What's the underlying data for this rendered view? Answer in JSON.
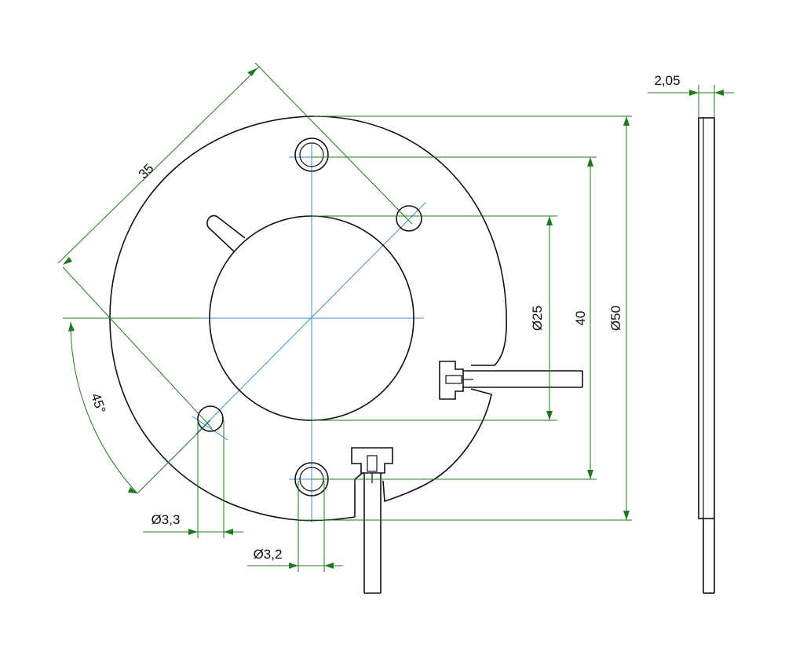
{
  "drawing": {
    "dimensions": {
      "edge_length": "35",
      "angle": "45°",
      "inner_diameter": "Ø25",
      "hole_spacing": "40",
      "outer_diameter": "Ø50",
      "thickness": "2,05",
      "small_hole_a": "Ø3,3",
      "small_hole_b": "Ø3,2"
    },
    "colors": {
      "outline": "#111111",
      "dimension_lines": "#1f7a1f",
      "center_lines": "#3b8fd6"
    }
  }
}
